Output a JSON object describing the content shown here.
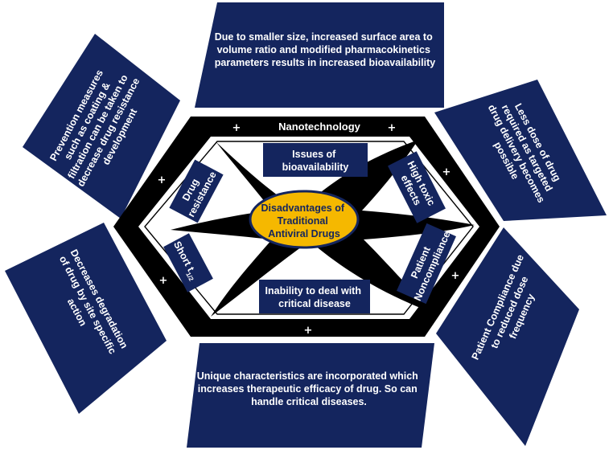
{
  "nanotechnology_label": "Nanotechnology",
  "center": {
    "lines": [
      "Disadvantages of",
      "Traditional",
      "Antiviral Drugs"
    ]
  },
  "inner_boxes": {
    "bioavailability": [
      "Issues of",
      "bioavailability"
    ],
    "drug_resistance": [
      "Drug",
      "resistance"
    ],
    "toxic": [
      "High toxic",
      "effects"
    ],
    "short_half_life": {
      "main": "Short t",
      "sub": "1/2"
    },
    "noncompliance": [
      "Patient",
      "Noncompliance"
    ],
    "critical": [
      "Inability to deal with",
      "critical disease"
    ]
  },
  "outer_panels": {
    "top": [
      "Due to smaller size, increased surface area to",
      "volume ratio and modified pharmacokinetics",
      "parameters results in increased bioavailability"
    ],
    "upper_left": [
      "Prevention measures",
      "such as coating &",
      "filtration can be taken to",
      "decrease drug resistance",
      "development"
    ],
    "upper_right": [
      "Less dose of drug",
      "required as targeted",
      "drug delivery becomes",
      "possible"
    ],
    "lower_left": [
      "Decreases degradation",
      "of drug by site specific",
      "action"
    ],
    "lower_right": [
      "Patient Compliance due",
      "to reduced dose",
      "frequency"
    ],
    "bottom": [
      "Unique characteristics are incorporated which",
      "increases  therapeutic efficacy of drug. So can",
      "handle critical diseases."
    ]
  },
  "plus_symbol": "+",
  "colors": {
    "navy": "#14255e",
    "center_fill": "#f5b800",
    "hexagon": "#000000"
  }
}
